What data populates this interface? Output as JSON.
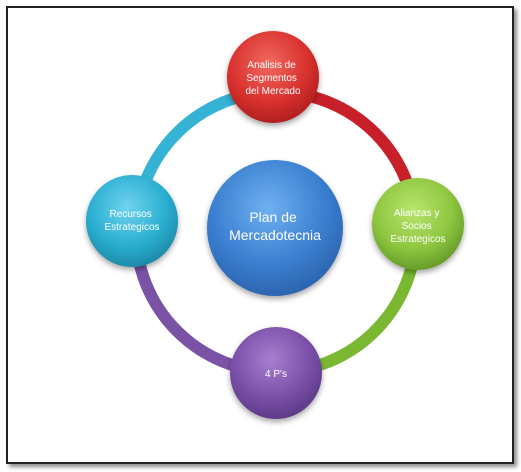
{
  "diagram": {
    "center": {
      "lines": [
        "Plan de",
        "Mercadotecnia"
      ],
      "color": "#3a7fd0"
    },
    "nodes": {
      "top": {
        "lines": [
          "Analisis de",
          "Segmentos",
          "del Mercado"
        ],
        "color": "#d9312e"
      },
      "right": {
        "lines": [
          "Alianzas y",
          "Socios",
          "Estrategicos"
        ],
        "color": "#8dc63f"
      },
      "bottom": {
        "lines": [
          "4 P's"
        ],
        "color": "#7b4fa8"
      },
      "left": {
        "lines": [
          "Recursos",
          "Estrategicos"
        ],
        "color": "#2aaed0"
      }
    },
    "ring_colors": {
      "top_right": "#c8202a",
      "right_bottom": "#7ab832",
      "bottom_left": "#7a52a6",
      "left_top": "#35b3d4"
    }
  }
}
